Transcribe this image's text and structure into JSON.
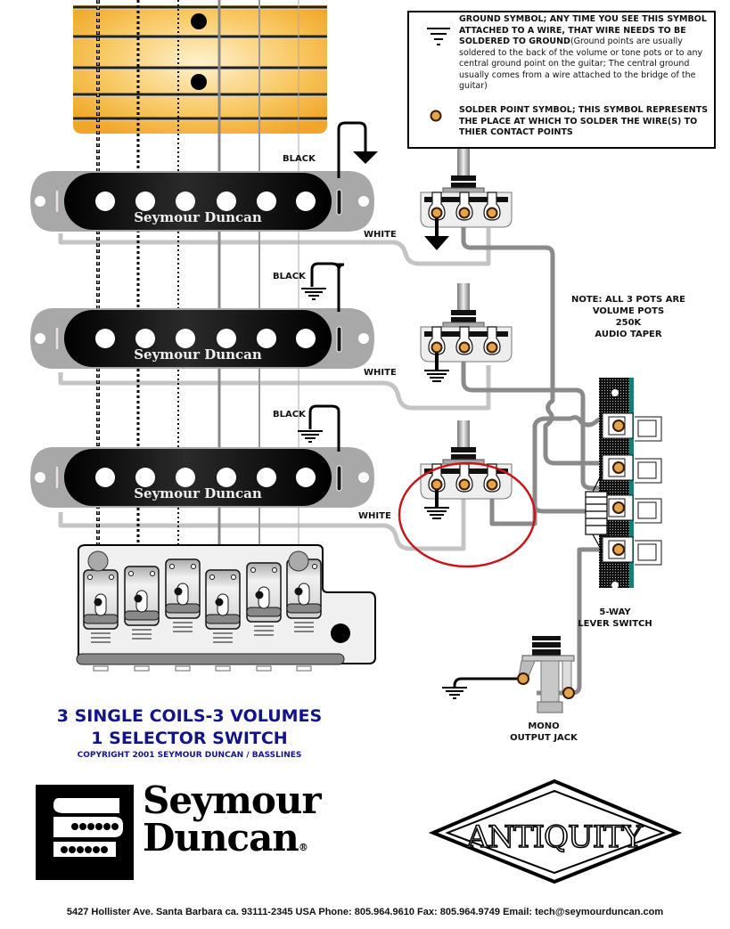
{
  "diagram": {
    "title_line1": "3 SINGLE COILS-3 VOLUMES",
    "title_line2": "1 SELECTOR SWITCH",
    "copyright": "COPYRIGHT 2001 SEYMOUR DUNCAN / BASSLINES",
    "colors": {
      "title": "#14148a",
      "fretboard": "#f5b53a",
      "pickup_body": "#111111",
      "wire_light": "#c4c4c4",
      "wire_dark": "#8a8a8a",
      "solder": "#e3a44a",
      "highlight_circle": "#c8171c",
      "switch_accent": "#1e7a78"
    }
  },
  "legend": {
    "ground_title": "GROUND SYMBOL; ANY TIME YOU SEE THIS SYMBOL ATTACHED TO A WIRE, THAT WIRE NEEDS TO BE SOLDERED TO GROUND",
    "ground_note": "(Ground points are usually soldered to the back of the volume or tone pots or to any central ground point on the guitar; The central ground usually comes from a wire attached to the bridge of the guitar)",
    "solder_title": "SOLDER POINT SYMBOL; THIS SYMBOL REPRESENTS THE PLACE AT WHICH TO SOLDER THE WIRE(S) TO THIER CONTACT POINTS",
    "ground_icon": "ground-symbol",
    "solder_icon": "solder-point"
  },
  "pickups": [
    {
      "brand": "Seymour Duncan",
      "hot_wire": "WHITE",
      "ground_wire": "BLACK"
    },
    {
      "brand": "Seymour Duncan",
      "hot_wire": "WHITE",
      "ground_wire": "BLACK"
    },
    {
      "brand": "Seymour Duncan",
      "hot_wire": "WHITE",
      "ground_wire": "BLACK"
    }
  ],
  "pots": {
    "count": 3,
    "note_line1": "NOTE: ALL 3 POTS ARE",
    "note_line2": "VOLUME POTS",
    "note_line3": "250K",
    "note_line4": "AUDIO TAPER"
  },
  "switch": {
    "label_line1": "5-WAY",
    "label_line2": "LEVER SWITCH",
    "lugs": 4
  },
  "jack": {
    "label_line1": "MONO",
    "label_line2": "OUTPUT JACK"
  },
  "logos": {
    "seymour_line1": "Seymour",
    "seymour_line2": "Duncan",
    "registered": "®",
    "antiquity": "ANTIQUITY"
  },
  "footer": "5427 Hollister Ave. Santa Barbara ca. 93111-2345 USA  Phone: 805.964.9610  Fax: 805.964.9749   Email: tech@seymourduncan.com"
}
